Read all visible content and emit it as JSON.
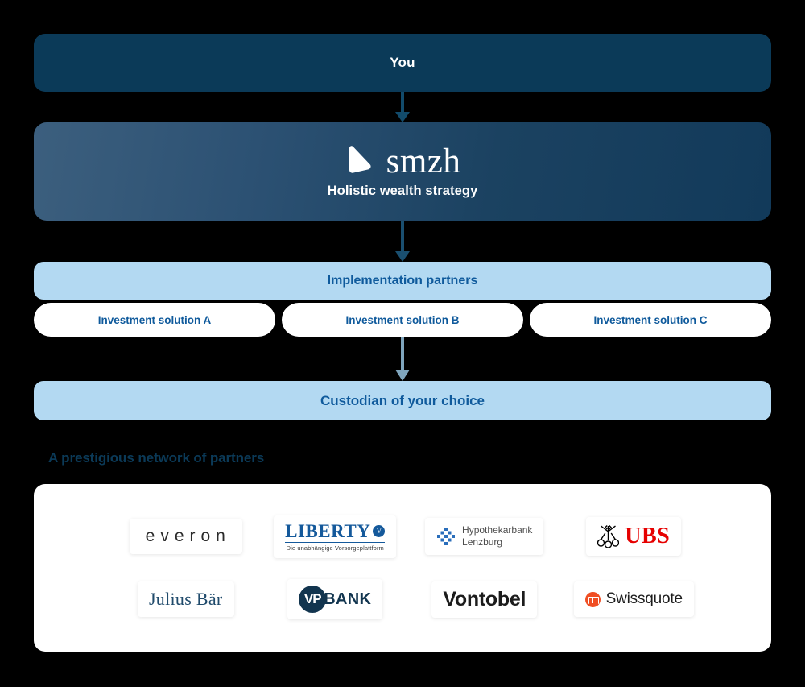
{
  "flow": {
    "you": {
      "label": "You"
    },
    "smzh": {
      "wordmark": "smzh",
      "logo_icon": "smzh-droplet-mark",
      "tagline": "Holistic wealth strategy"
    },
    "implementation": {
      "label": "Implementation partners"
    },
    "solutions": [
      {
        "label": "Investment solution A"
      },
      {
        "label": "Investment solution B"
      },
      {
        "label": "Investment solution C"
      }
    ],
    "custodian": {
      "label": "Custodian of your choice"
    },
    "arrows": [
      {
        "name": "arrow-you-to-smzh",
        "icon": "arrow-down-icon"
      },
      {
        "name": "arrow-smzh-to-implementation",
        "icon": "arrow-down-icon"
      },
      {
        "name": "arrow-solutions-to-custodian",
        "icon": "arrow-down-icon"
      }
    ]
  },
  "partners": {
    "heading": "A prestigious network of partners",
    "logos": [
      {
        "name": "everon",
        "text": "everon"
      },
      {
        "name": "liberty",
        "text": "LIBERTY",
        "subtitle": "Die unabhängige Vorsorgeplattform",
        "badge": "V"
      },
      {
        "name": "hypothekarbank-lenzburg",
        "line1": "Hypothekarbank",
        "line2": "Lenzburg"
      },
      {
        "name": "ubs",
        "text": "UBS"
      },
      {
        "name": "julius-baer",
        "text": "Julius Bär"
      },
      {
        "name": "vp-bank",
        "mark": "VP",
        "text": "BANK"
      },
      {
        "name": "vontobel",
        "text": "Vontobel"
      },
      {
        "name": "swissquote",
        "text": "Swissquote"
      }
    ]
  },
  "colors": {
    "background": "#000000",
    "you_bar": "#0b3a58",
    "smzh_gradient_from": "#3c5f7e",
    "smzh_gradient_to": "#123a5a",
    "light_blue_bar": "#b3d9f2",
    "blue_text": "#0f5a9c",
    "heading_navy": "#0b3a58",
    "card_white": "#ffffff",
    "ubs_red": "#e60000",
    "swissquote_orange": "#f04e23"
  }
}
